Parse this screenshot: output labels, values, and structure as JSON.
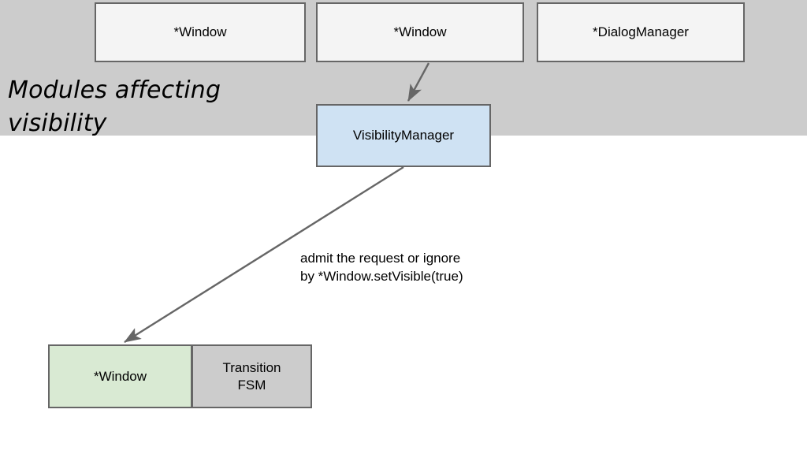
{
  "banner": {
    "title": "Modules affecting\nvisibility",
    "color": "#cccccc"
  },
  "colors": {
    "banner_gray": "#cccccc",
    "box_plain": "#f4f4f4",
    "box_blue": "#cfe2f3",
    "box_green": "#d9ead3",
    "box_gray": "#cccccc",
    "border": "#666666",
    "arrow": "#666666"
  },
  "top_row": {
    "boxes": [
      {
        "label": "*Window"
      },
      {
        "label": "*Window"
      },
      {
        "label": "*DialogManager"
      }
    ]
  },
  "manager": {
    "label": "VisibilityManager"
  },
  "annotation": {
    "text": "admit the request or ignore\nby *Window.setVisible(true)"
  },
  "bottom_row": {
    "window_label": "*Window",
    "transition_label": "Transition\nFSM"
  },
  "arrows": [
    {
      "name": "window-to-visibilitymanager",
      "from": "*Window",
      "to": "VisibilityManager"
    },
    {
      "name": "visibilitymanager-to-window",
      "from": "VisibilityManager",
      "to": "*Window"
    }
  ]
}
